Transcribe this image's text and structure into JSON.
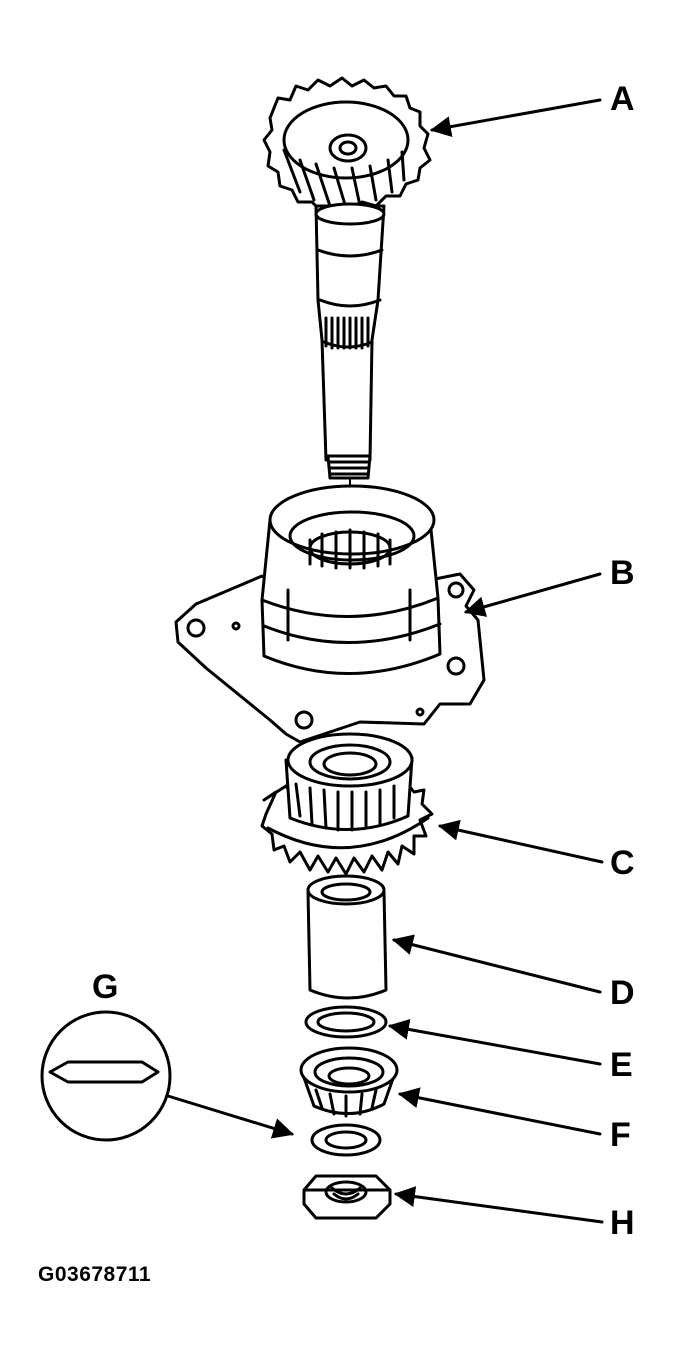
{
  "callouts": {
    "a": "A",
    "b": "B",
    "c": "C",
    "d": "D",
    "e": "E",
    "f": "F",
    "g": "G",
    "h": "H"
  },
  "figure_id": "G03678711"
}
